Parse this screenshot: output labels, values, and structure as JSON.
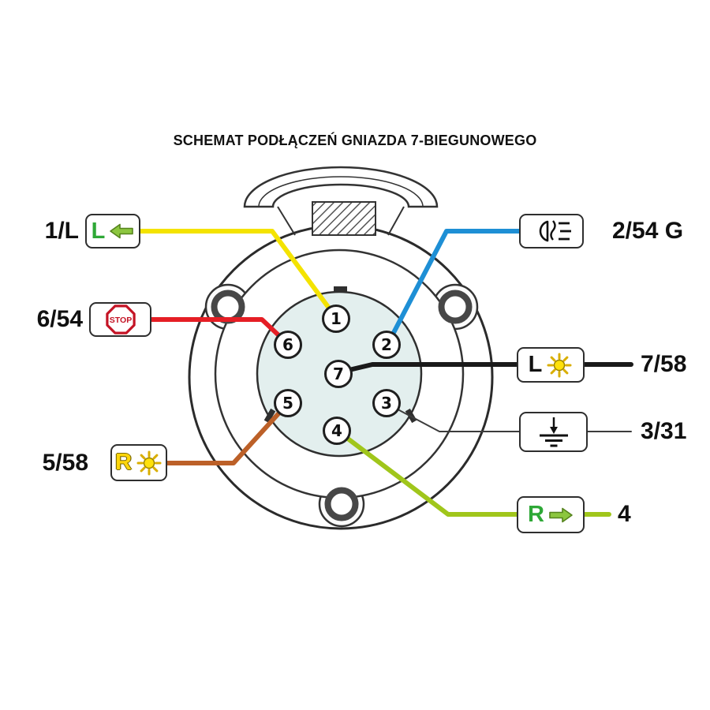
{
  "title": "SCHEMAT PODŁĄCZEŃ GNIAZDA 7-BIEGUNOWEGO",
  "pins": [
    {
      "number": "1"
    },
    {
      "number": "2"
    },
    {
      "number": "3"
    },
    {
      "number": "4"
    },
    {
      "number": "5"
    },
    {
      "number": "6"
    },
    {
      "number": "7"
    }
  ],
  "connections": [
    {
      "pin": "1",
      "label": "1/L",
      "function": "left-turn-indicator",
      "wire_color": "#F4E300",
      "icon_letter": "L"
    },
    {
      "pin": "2",
      "label": "2/54 G",
      "function": "rear-fog-lamp",
      "wire_color": "#1E8FD5"
    },
    {
      "pin": "6",
      "label": "6/54",
      "function": "brake-lights",
      "wire_color": "#E51E25",
      "icon_text": "STOP"
    },
    {
      "pin": "7",
      "label": "7/58",
      "function": "left-tail-lamp",
      "wire_color": "#1A1A1A",
      "icon_letter": "L"
    },
    {
      "pin": "3",
      "label": "3/31",
      "function": "ground",
      "wire_color": "#3C3C3C"
    },
    {
      "pin": "5",
      "label": "5/58",
      "function": "right-tail-lamp",
      "wire_color": "#BC6028",
      "icon_letter": "R"
    },
    {
      "pin": "4",
      "label": "4",
      "function": "right-turn-indicator",
      "wire_color": "#A0C61B",
      "icon_letter": "R"
    }
  ],
  "colors": {
    "socket_face": "#E3EFEE",
    "outline": "#333333",
    "stop_red": "#C41425",
    "icon_green": "#2EA836",
    "arrow_green": "#8CC63F",
    "sun_yellow": "#FFE10A"
  }
}
